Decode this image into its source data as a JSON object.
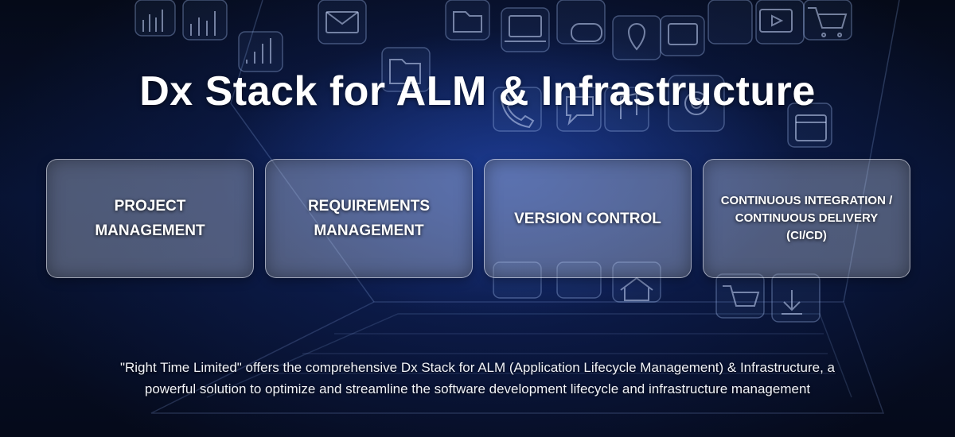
{
  "hero": {
    "title": "Dx Stack for ALM & Infrastructure",
    "cards": [
      {
        "label": "PROJECT MANAGEMENT"
      },
      {
        "label": "REQUIREMENTS MANAGEMENT"
      },
      {
        "label": "VERSION CONTROL"
      },
      {
        "label": "CONTINUOUS INTEGRATION / CONTINUOUS DELIVERY (CI/CD)"
      }
    ],
    "description": "\"Right Time Limited\" offers the comprehensive Dx Stack for ALM (Application Lifecycle Management) & Infrastructure, a powerful solution to optimize and streamline the software development lifecycle and infrastructure management",
    "background_icons": [
      "bar-chart-icon",
      "shopping-cart-icon",
      "folder-icon",
      "gear-icon",
      "calendar-icon",
      "chat-icon",
      "music-note-icon",
      "map-pin-icon",
      "gamepad-icon",
      "download-icon",
      "home-icon",
      "lock-icon",
      "graduation-cap-icon",
      "video-icon",
      "mail-icon",
      "phone-icon",
      "signal-icon",
      "laptop-icon"
    ]
  }
}
